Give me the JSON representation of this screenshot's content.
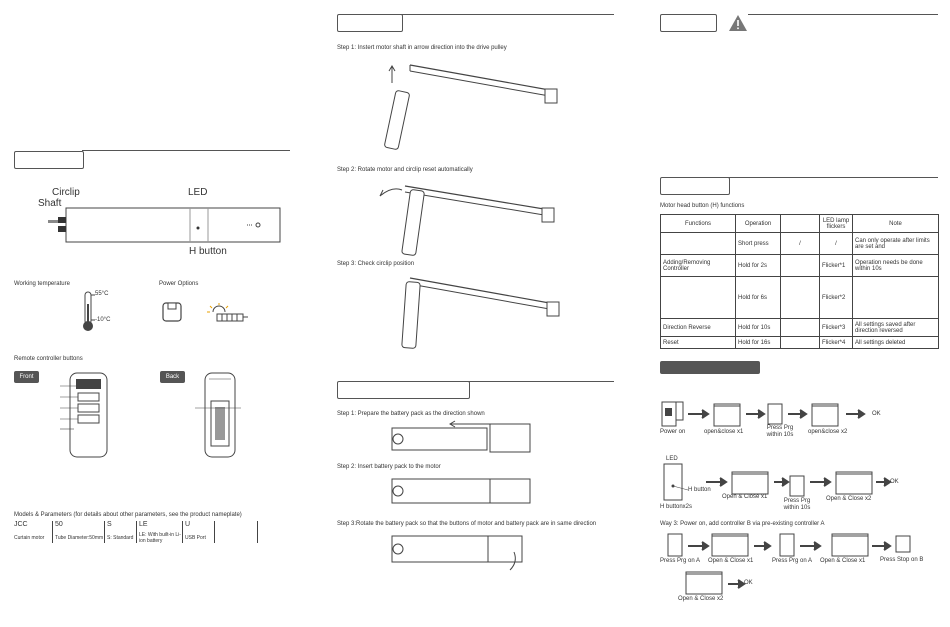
{
  "panel1": {
    "motor_labels": {
      "circlip": "Circlip",
      "shaft": "Shaft",
      "led": "LED",
      "h_button": "H button"
    },
    "working_temperature": {
      "title": "Working temperature",
      "high": "55°C",
      "low": "-10°C"
    },
    "power_options": {
      "title": "Power Options"
    },
    "remote": {
      "title": "Remote controller buttons",
      "front": "Front",
      "back": "Back"
    },
    "models": {
      "title": "Models & Parameters (for details about other parameters, see the product nameplate)",
      "columns": [
        {
          "code": "JCC",
          "desc": "Curtain motor"
        },
        {
          "code": "50",
          "desc": "Tube Diameter:50mm"
        },
        {
          "code": "S",
          "desc": "S: Standard"
        },
        {
          "code": "LE",
          "desc": "LE: With built-in Li-ion battery"
        },
        {
          "code": "U",
          "desc": "USB Port"
        },
        {
          "code": "",
          "desc": ""
        }
      ]
    }
  },
  "panel2": {
    "step1": "Step 1: Instert motor shaft in arrow direction into the drive pulley",
    "step2": "Step 2: Rotate motor and circlip reset automatically",
    "step3": "Step 3: Check circlip position",
    "bstep1": "Step 1: Prepare the battery pack as the direction shown",
    "bstep2": "Step 2: Insert battery pack to the motor",
    "bstep3": "Step 3:Rotate the battery pack so that the buttons of motor and battery pack are in same direction"
  },
  "panel3": {
    "table_title": "Motor head button (H) functions",
    "headers": [
      "Functions",
      "Operation",
      "",
      "LED lamp flickers",
      "Note"
    ],
    "rows": [
      [
        "",
        "Short press",
        "/",
        "/",
        "Can only operate after limits are set and"
      ],
      [
        "Adding/Removing Controller",
        "Hold for 2s",
        "",
        "Flicker*1",
        "Operation needs be done within 10s"
      ],
      [
        "",
        "Hold for 6s",
        "",
        "Flicker*2",
        ""
      ],
      [
        "Direction Reverse",
        "Hold for 10s",
        "",
        "Flicker*3",
        "All settings saved after direction reversed"
      ],
      [
        "Reset",
        "Hold for 16s",
        "",
        "Flicker*4",
        "All settings deleted"
      ]
    ],
    "way1": {
      "power_on": "Power on",
      "oc1": "open&close x1",
      "press_prg": "Press Prg within 10s",
      "oc2": "open&close x2",
      "ok": "OK"
    },
    "way2": {
      "led": "LED",
      "h_button": "H button",
      "h_button_x2": "H buttonx2s",
      "oc1": "Open & Close x1",
      "press_prg": "Press Prg within 10s",
      "oc2": "Open & Close x2",
      "ok": "OK"
    },
    "way3": {
      "title": "Way 3: Power on, add controller B via pre-existing controller A",
      "prg_a1": "Press Prg on A",
      "oc1": "Open & Close x1",
      "prg_a2": "Press Prg on A",
      "oc1b": "Open & Close x1",
      "stop_b": "Press Stop on B",
      "oc2": "Open & Close x2",
      "ok": "OK"
    }
  }
}
